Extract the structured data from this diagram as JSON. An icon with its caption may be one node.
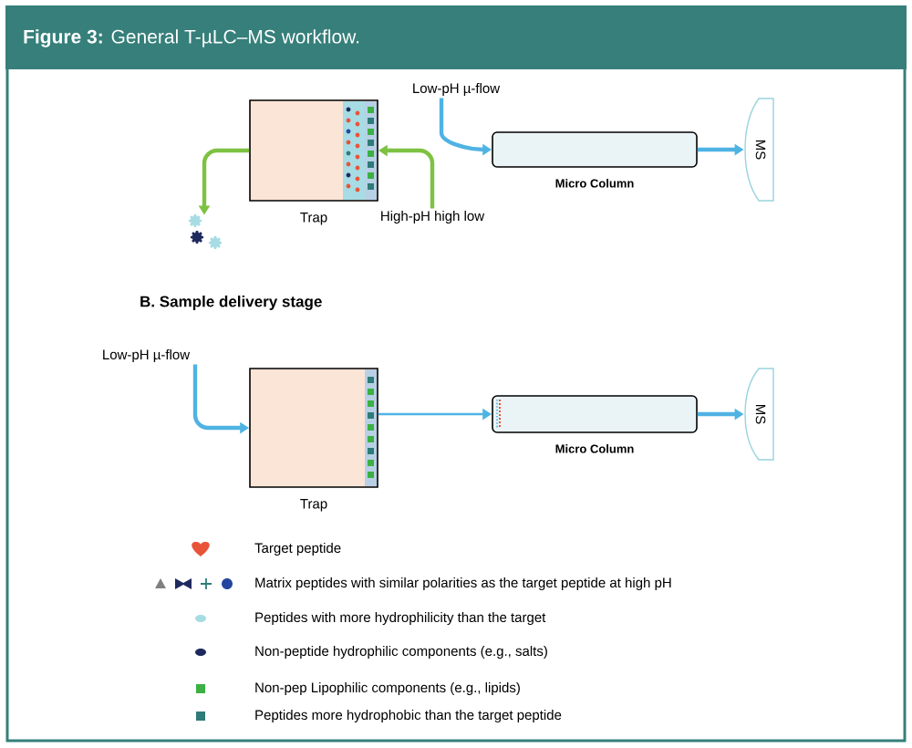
{
  "diagram": {
    "title": "**Figure 3:** General T-µLC–MS workflow.",
    "nodes": [
      {
        "text": [
          "Trap"
        ]
      },
      {
        "text": [
          "Micro Column"
        ]
      },
      {
        "text": [
          "MS"
        ]
      },
      {
        "text": [
          "Low-pH µ-flow"
        ]
      },
      {
        "text": [
          "High-pH high low"
        ]
      },
      {
        "text": [],
        "shape": "picture"
      },
      {
        "text": [
          "Low-pH µ-flow"
        ]
      },
      {
        "text": [
          "Trap"
        ]
      },
      {
        "text": [
          "Micro Column"
        ]
      },
      {
        "text": [
          "MS"
        ]
      }
    ],
    "edges": [
      {
        "from": 3,
        "to": 1,
        "arrow": "to"
      },
      {
        "from": 1,
        "to": 2,
        "arrow": "to"
      },
      {
        "from": 4,
        "to": 0,
        "arrow": "to",
        "color": "#7dc242"
      },
      {
        "from": 0,
        "to": 5,
        "arrow": "to",
        "color": "#7dc242"
      },
      {
        "from": 6,
        "to": 7,
        "arrow": "to"
      },
      {
        "from": 7,
        "to": 8,
        "arrow": "to"
      },
      {
        "from": 8,
        "to": 9,
        "arrow": "to"
      }
    ],
    "labels": [
      "B. Sample delivery stage"
    ],
    "legend": [
      {
        "text": "Target peptide"
      },
      {
        "text": "Matrix peptides with similar polarities as the target peptide at high pH"
      },
      {
        "text": "Peptides with more hydrophilicity than the target"
      },
      {
        "text": "Non-peptide hydrophilic components (e.g., salts)"
      },
      {
        "text": "Non-pep Lipophilic components (e.g., lipids)",
        "color": "#3cb043"
      },
      {
        "text": "Peptides more hydrophobic than the target peptide",
        "color": "#2e7b78"
      }
    ]
  }
}
